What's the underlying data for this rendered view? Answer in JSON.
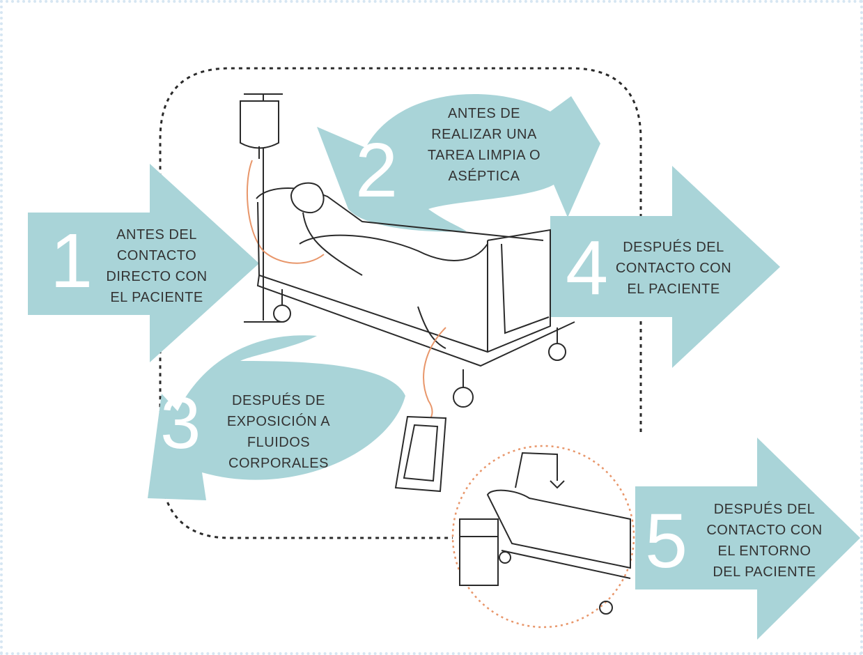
{
  "colors": {
    "arrow": "#a9d4d8",
    "number": "#ffffff",
    "text": "#333333",
    "line": "#2a2a2a",
    "tube": "#e8966a",
    "frame": "#d6e6f2"
  },
  "moments": [
    {
      "number": "1",
      "lines": [
        "ANTES DEL",
        "CONTACTO",
        "DIRECTO CON",
        "EL PACIENTE"
      ]
    },
    {
      "number": "2",
      "lines": [
        "ANTES DE",
        "REALIZAR UNA",
        "TAREA LIMPIA O",
        "ASÉPTICA"
      ]
    },
    {
      "number": "3",
      "lines": [
        "DESPUÉS DE",
        "EXPOSICIÓN A",
        "FLUIDOS",
        "CORPORALES"
      ]
    },
    {
      "number": "4",
      "lines": [
        "DESPUÉS DEL",
        "CONTACTO CON",
        "EL PACIENTE"
      ]
    },
    {
      "number": "5",
      "lines": [
        "DESPUÉS DEL",
        "CONTACTO CON",
        "EL ENTORNO",
        "DEL PACIENTE"
      ]
    }
  ]
}
